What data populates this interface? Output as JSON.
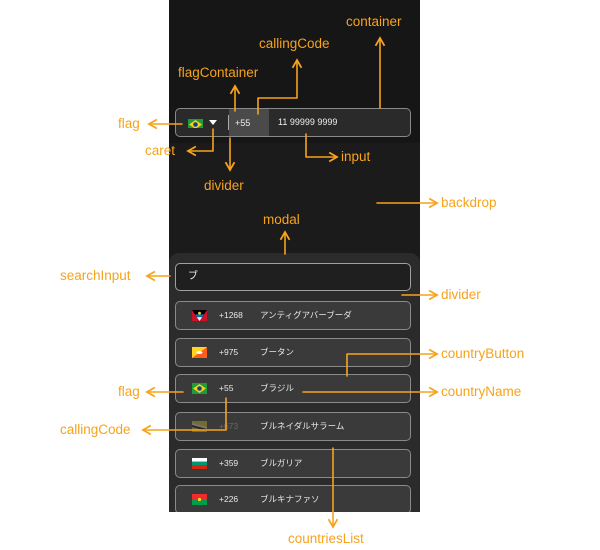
{
  "labels": {
    "container": "container",
    "callingCode": "callingCode",
    "flagContainer": "flagContainer",
    "flag": "flag",
    "caret": "caret",
    "input": "input",
    "divider": "divider",
    "backdrop": "backdrop",
    "modal": "modal",
    "searchInput": "searchInput",
    "countryButton": "countryButton",
    "countryName": "countryName",
    "countriesList": "countriesList"
  },
  "phone_input": {
    "flag_icon": "brazil-flag",
    "calling_code": "+55",
    "number": "11 99999 9999"
  },
  "search": {
    "value": "ブ"
  },
  "countries": [
    {
      "flag": "antigua-barbuda-flag",
      "code": "+1268",
      "name": "アンティグアバーブーダ"
    },
    {
      "flag": "bhutan-flag",
      "code": "+975",
      "name": "ブータン"
    },
    {
      "flag": "brazil-flag",
      "code": "+55",
      "name": "ブラジル"
    },
    {
      "flag": "brunei-flag",
      "code": "+673",
      "name": "ブルネイダルサラーム"
    },
    {
      "flag": "bulgaria-flag",
      "code": "+359",
      "name": "ブルガリア"
    },
    {
      "flag": "burkina-faso-flag",
      "code": "+226",
      "name": "ブルキナファソ"
    }
  ],
  "colors": {
    "annotation": "#f7a31c",
    "panel": "#1b1b1b"
  }
}
